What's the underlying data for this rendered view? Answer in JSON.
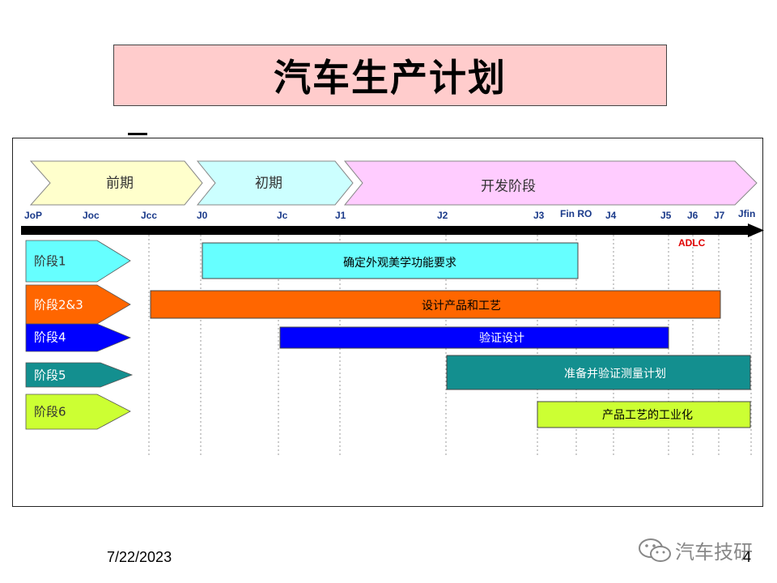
{
  "slide": {
    "title": "汽车生产计划",
    "date": "7/22/2023",
    "page": "4",
    "watermark": "汽车技研",
    "watermark_icon": "wechat-icon"
  },
  "phases": [
    {
      "label": "前期",
      "color": "#ffffcc"
    },
    {
      "label": "初期",
      "color": "#ccffff"
    },
    {
      "label": "开发阶段",
      "color": "#ffccff"
    }
  ],
  "milestones": [
    "JoP",
    "Joc",
    "Jcc",
    "J0",
    "Jc",
    "J1",
    "J2",
    "J3",
    "Fin RO",
    "J4",
    "J5",
    "J6",
    "J7",
    "Jfin"
  ],
  "adlc": "ADLC",
  "stages": [
    {
      "label": "阶段1",
      "color": "#66ffff",
      "text_color": "#333333"
    },
    {
      "label": "阶段2&3",
      "color": "#ff6600",
      "text_color": "#ffffff"
    },
    {
      "label": "阶段4",
      "color": "#0000ff",
      "text_color": "#ffffff"
    },
    {
      "label": "阶段5",
      "color": "#138f8f",
      "text_color": "#ffffff"
    },
    {
      "label": "阶段6",
      "color": "#ccff33",
      "text_color": "#333333"
    }
  ],
  "tasks": [
    {
      "label": "确定外观美学功能要求",
      "start": "J0",
      "end": "Fin RO",
      "color": "#66ffff",
      "text_color": "#000000"
    },
    {
      "label": "设计产品和工艺",
      "start": "Jcc",
      "end": "J7",
      "color": "#ff6600",
      "text_color": "#000000"
    },
    {
      "label": "验证设计",
      "start": "Jc",
      "end": "J5",
      "color": "#0000ff",
      "text_color": "#ffffff"
    },
    {
      "label": "准备并验证测量计划",
      "start": "J2",
      "end": "Jfin",
      "color": "#138f8f",
      "text_color": "#ffffff"
    },
    {
      "label": "产品工艺的工业化",
      "start": "J3",
      "end": "Jfin",
      "color": "#ccff33",
      "text_color": "#000000"
    }
  ]
}
